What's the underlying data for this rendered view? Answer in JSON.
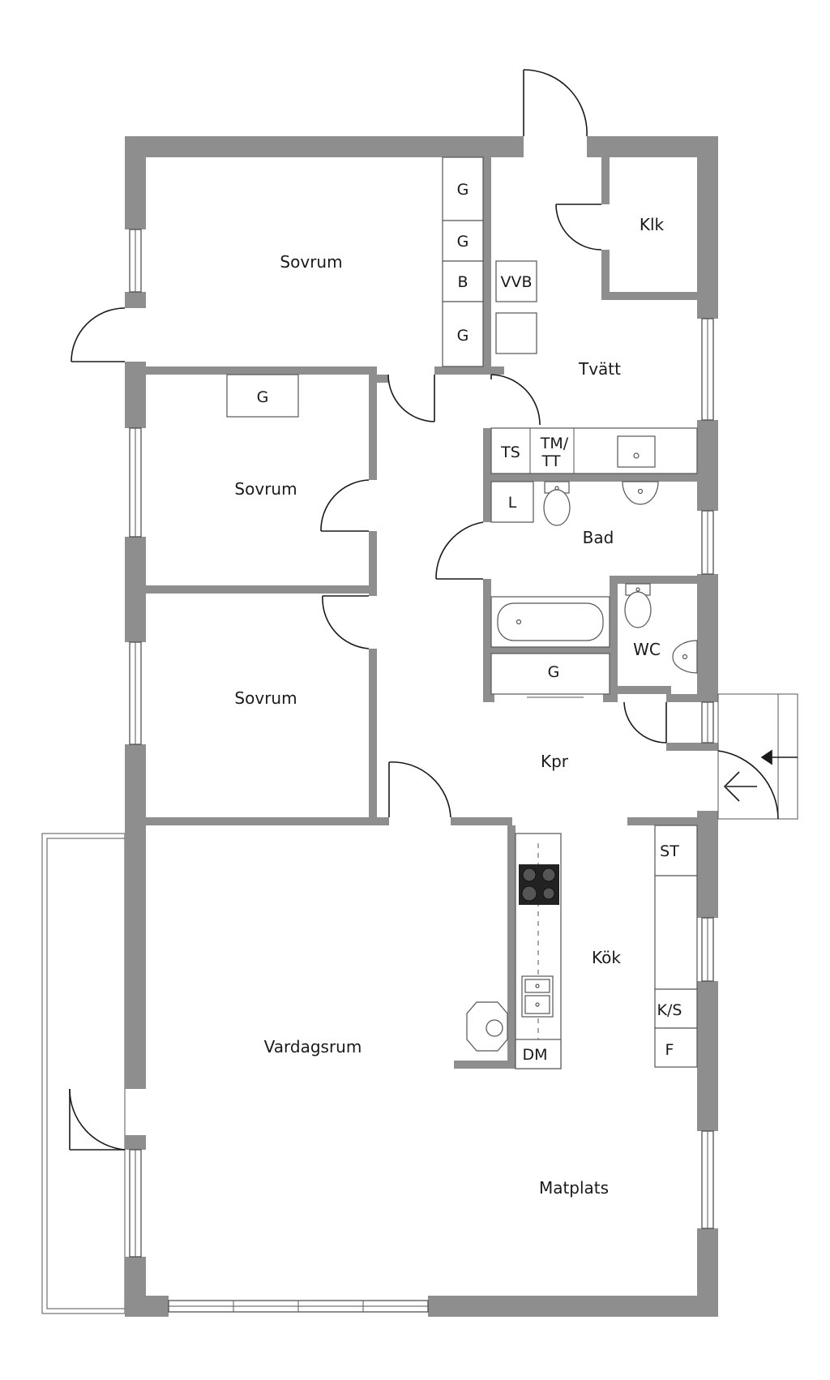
{
  "rooms": {
    "sovrum_1": "Sovrum",
    "sovrum_2": "Sovrum",
    "sovrum_3": "Sovrum",
    "tvatt": "Tvätt",
    "klk": "Klk",
    "bad": "Bad",
    "wc": "WC",
    "kpr": "Kpr",
    "kok": "Kök",
    "vardagsrum": "Vardagsrum",
    "matplats": "Matplats"
  },
  "fixtures": {
    "g1": "G",
    "g2": "G",
    "b": "B",
    "vvb": "VVB",
    "g3": "G",
    "g4": "G",
    "ts": "TS",
    "tm_line1": "TM/",
    "tm_line2": "TT",
    "l": "L",
    "g5": "G",
    "st": "ST",
    "ks": "K/S",
    "f": "F",
    "dm": "DM"
  },
  "colors": {
    "wall": "#8e8e8e",
    "line": "#1a1a1a"
  }
}
